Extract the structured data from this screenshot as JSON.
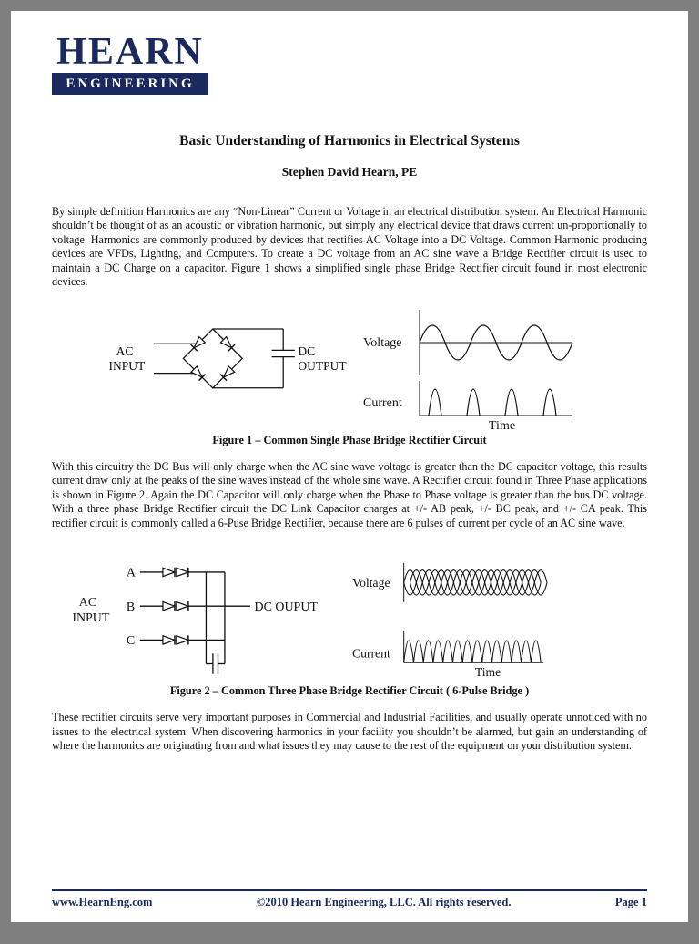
{
  "colors": {
    "accent": "#1a2a5e",
    "frame_bg": "#7f7f7f",
    "page_bg": "#ffffff",
    "text": "#111111"
  },
  "logo": {
    "wordmark": "HEARN",
    "banner": "ENGINEERING"
  },
  "doc": {
    "title": "Basic Understanding of Harmonics in Electrical Systems",
    "author": "Stephen David Hearn, PE",
    "paragraph1": "By simple definition Harmonics are any “Non-Linear” Current or Voltage in an electrical distribution system.  An Electrical Harmonic shouldn’t be thought of as an acoustic or vibration harmonic, but simply any electrical device that draws current un-proportionally to voltage.  Harmonics are commonly produced by devices that rectifies AC Voltage into a DC Voltage.  Common Harmonic producing devices are VFDs, Lighting, and Computers.  To create a DC voltage from an AC sine wave a Bridge Rectifier circuit is used to maintain a DC Charge on a capacitor.  Figure 1 shows a simplified single phase Bridge Rectifier circuit found in most electronic devices.",
    "paragraph2": "With this circuitry the DC Bus will only charge when the AC sine wave voltage is greater than the DC capacitor voltage, this results current draw only at the peaks of the sine waves instead of the whole sine wave.  A Rectifier circuit found in Three Phase applications is shown in Figure 2.  Again the DC Capacitor will only charge when the Phase to Phase voltage is greater than the bus DC voltage.  With a three phase Bridge Rectifier circuit the DC Link Capacitor charges at +/- AB peak, +/- BC peak, and +/- CA peak.  This rectifier circuit is commonly called a 6-Puse Bridge Rectifier, because there are 6 pulses of current per cycle of an AC sine wave.",
    "paragraph3": "These rectifier circuits serve very important purposes in Commercial and Industrial Facilities, and usually operate unnoticed with no issues to the electrical system.  When discovering harmonics in your facility you shouldn’t be alarmed, but gain an understanding of where the harmonics are originating from and what issues they may cause to the rest of the equipment on your distribution system."
  },
  "figure1": {
    "caption": "Figure 1 – Common Single Phase Bridge Rectifier Circuit",
    "circuit": {
      "ac_line1": "AC",
      "ac_line2": "INPUT",
      "dc_line1": "DC",
      "dc_line2": "OUTPUT"
    },
    "plot": {
      "voltage": "Voltage",
      "current": "Current",
      "time": "Time"
    }
  },
  "figure2": {
    "caption": "Figure 2 – Common Three Phase Bridge Rectifier Circuit ( 6-Pulse Bridge )",
    "circuit": {
      "ac_line1": "AC",
      "ac_line2": "INPUT",
      "phases": [
        "A",
        "B",
        "C"
      ],
      "dc_label": "DC OUPUT"
    },
    "plot": {
      "voltage": "Voltage",
      "current": "Current",
      "time": "Time"
    }
  },
  "footer": {
    "website": "www.HearnEng.com",
    "copyright": "©2010 Hearn Engineering, LLC. All rights reserved.",
    "page_number": "Page 1"
  }
}
